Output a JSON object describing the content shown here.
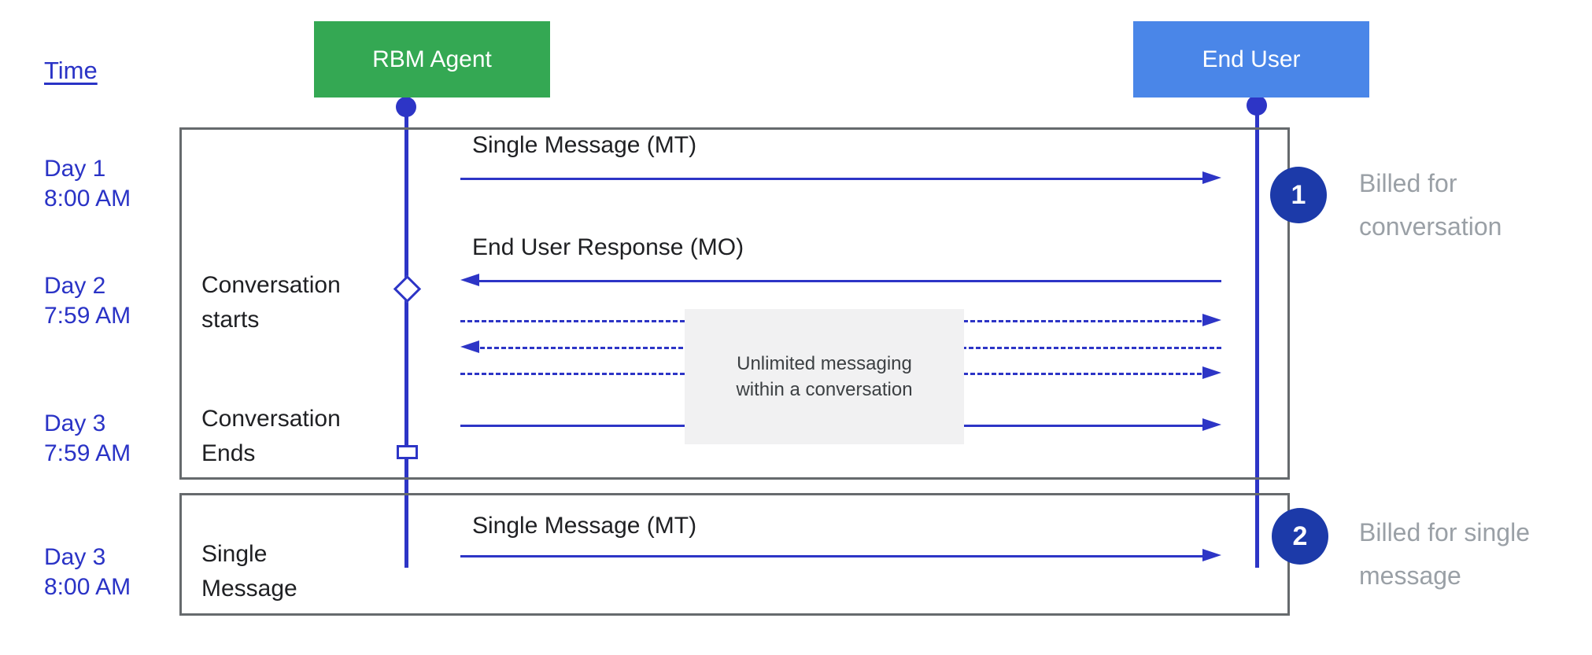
{
  "palette": {
    "green": "#34a853",
    "bluebox": "#4a86e8",
    "line": "#2d35c6",
    "timeblue": "#2a33c6",
    "badge": "#1c3aa9",
    "frame": "#666a6d",
    "graytext": "#9aa0a6",
    "notebg": "#f1f1f2"
  },
  "header": {
    "time_label": "Time",
    "agent_label": "RBM Agent",
    "end_user_label": "End User"
  },
  "timeline": [
    {
      "day": "Day 1",
      "time": "8:00 AM"
    },
    {
      "day": "Day 2",
      "time": "7:59 AM"
    },
    {
      "day": "Day 3",
      "time": "7:59 AM"
    },
    {
      "day": "Day 3",
      "time": "8:00 AM"
    }
  ],
  "frame1": {
    "conversation_starts": [
      "Conversation",
      "starts"
    ],
    "conversation_ends": [
      "Conversation",
      "Ends"
    ],
    "mt_label": "Single Message (MT)",
    "mo_label": "End User Response (MO)",
    "note_lines": [
      "Unlimited messaging",
      "within a conversation"
    ]
  },
  "frame2": {
    "label_lines": [
      "Single",
      "Message"
    ],
    "mt_label": "Single Message (MT)"
  },
  "annotations": [
    {
      "badge": "1",
      "lines": [
        "Billed for",
        "conversation"
      ]
    },
    {
      "badge": "2",
      "lines": [
        "Billed for single",
        "message"
      ]
    }
  ]
}
